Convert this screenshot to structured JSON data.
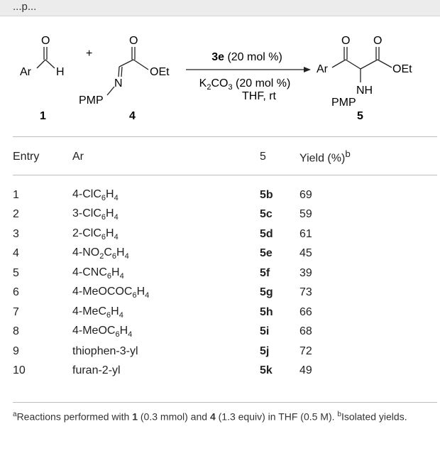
{
  "header": {
    "title": "...p..."
  },
  "scheme": {
    "reactant1_group": "Ar",
    "reactant1_h": "H",
    "reactant1_o": "O",
    "reactant1_number": "1",
    "plus": "+",
    "reactant2_o": "O",
    "reactant2_oet": "OEt",
    "reactant2_n": "N",
    "reactant2_pmp": "PMP",
    "reactant2_number": "4",
    "catalyst_bold": "3e",
    "catalyst_rest": " (20 mol %)",
    "base_main": "K",
    "base_sub1": "2",
    "base_mid": "CO",
    "base_sub2": "3",
    "base_rest": " (20 mol %)",
    "solvent": "THF, rt",
    "product_o1": "O",
    "product_o2": "O",
    "product_ar": "Ar",
    "product_oet": "OEt",
    "product_nh": "NH",
    "product_pmp": "PMP",
    "product_number": "5"
  },
  "table": {
    "headers": {
      "entry": "Entry",
      "ar": "Ar",
      "product": "5",
      "yield": "Yield (%)",
      "yield_sup": "b"
    },
    "rows": [
      {
        "entry": "1",
        "ar_parts": [
          "4-ClC",
          "6",
          "H",
          "4"
        ],
        "product": "5b",
        "yield": "69"
      },
      {
        "entry": "2",
        "ar_parts": [
          "3-ClC",
          "6",
          "H",
          "4"
        ],
        "product": "5c",
        "yield": "59"
      },
      {
        "entry": "3",
        "ar_parts": [
          "2-ClC",
          "6",
          "H",
          "4"
        ],
        "product": "5d",
        "yield": "61"
      },
      {
        "entry": "4",
        "ar_parts": [
          "4-NO",
          "2",
          "C",
          "6",
          "H",
          "4"
        ],
        "product": "5e",
        "yield": "45"
      },
      {
        "entry": "5",
        "ar_parts": [
          "4-CNC",
          "6",
          "H",
          "4"
        ],
        "product": "5f",
        "yield": "39"
      },
      {
        "entry": "6",
        "ar_parts": [
          "4-MeOCOC",
          "6",
          "H",
          "4"
        ],
        "product": "5g",
        "yield": "73"
      },
      {
        "entry": "7",
        "ar_parts": [
          "4-MeC",
          "6",
          "H",
          "4"
        ],
        "product": "5h",
        "yield": "66"
      },
      {
        "entry": "8",
        "ar_parts": [
          "4-MeOC",
          "6",
          "H",
          "4"
        ],
        "product": "5i",
        "yield": "68"
      },
      {
        "entry": "9",
        "ar_parts": [
          "thiophen-3-yl"
        ],
        "product": "5j",
        "yield": "72"
      },
      {
        "entry": "10",
        "ar_parts": [
          "furan-2-yl"
        ],
        "product": "5k",
        "yield": "49"
      }
    ]
  },
  "footnote": {
    "a_sup": "a",
    "a_text1": "Reactions performed with ",
    "a_bold1": "1",
    "a_text2": " (0.3 mmol) and ",
    "a_bold2": "4",
    "a_text3": " (1.3 equiv) in THF (0.5 M). ",
    "b_sup": "b",
    "b_text": "Isolated yields."
  }
}
